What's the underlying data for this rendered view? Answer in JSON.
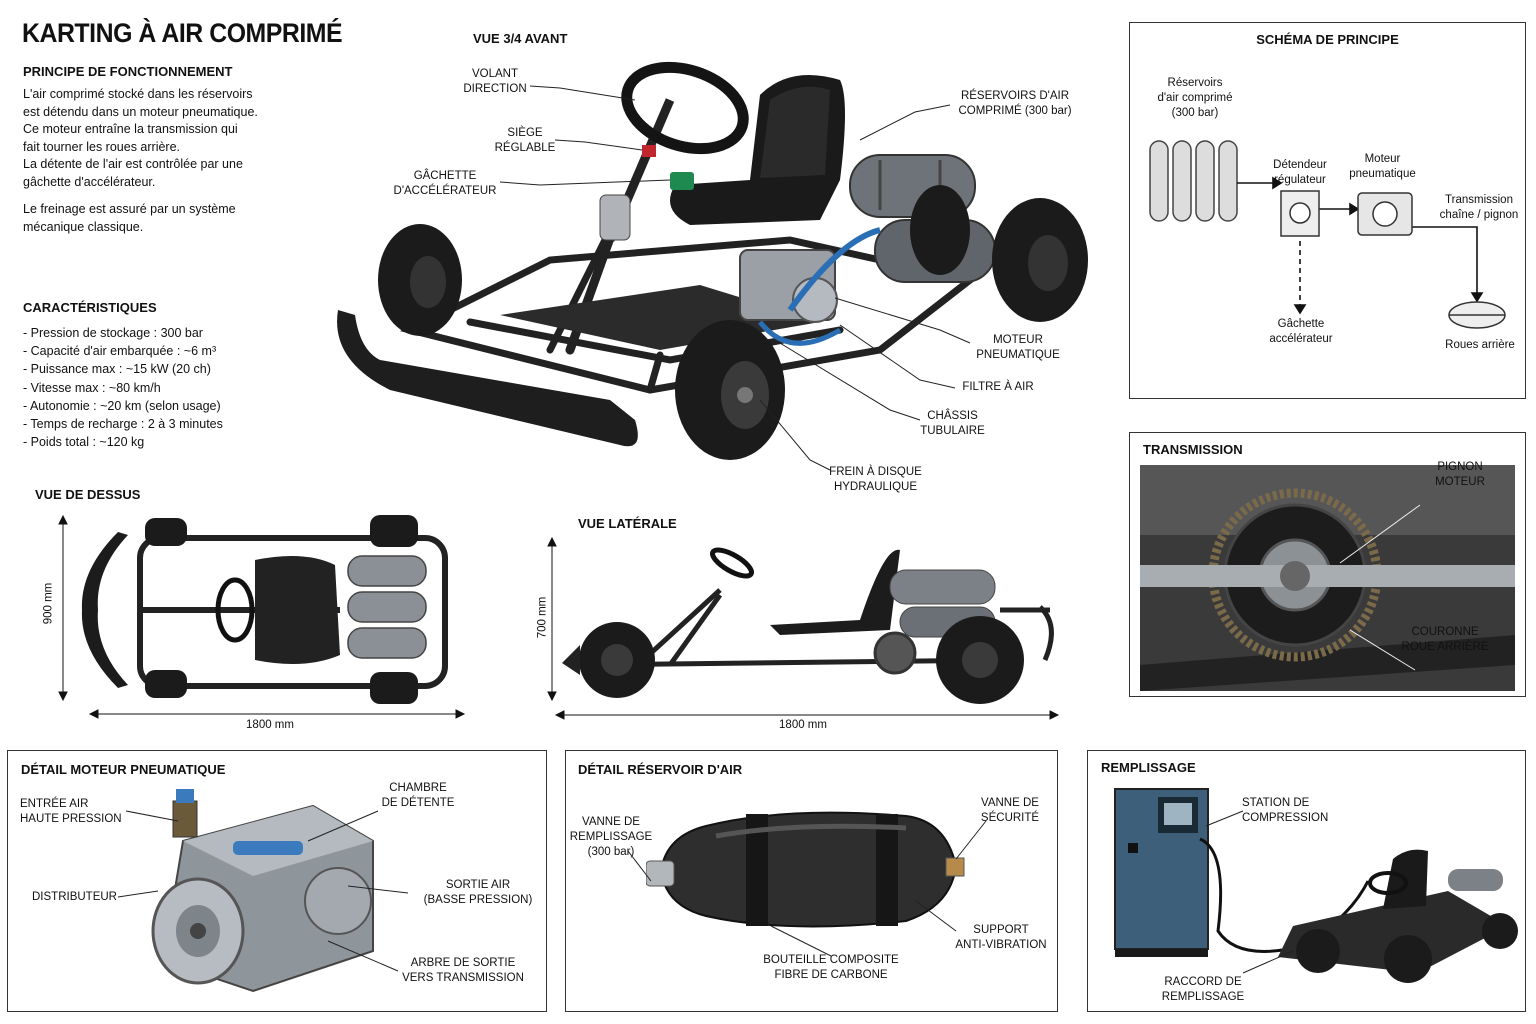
{
  "title": "KARTING À AIR COMPRIMÉ",
  "principle": {
    "heading": "PRINCIPE DE FONCTIONNEMENT",
    "lines": [
      "L'air comprimé stocké dans les réservoirs",
      "est détendu dans un moteur pneumatique.",
      "Ce moteur entraîne la transmission qui",
      "fait tourner les roues arrière.",
      "La détente de l'air est contrôlée par une",
      "gâchette d'accélérateur."
    ],
    "braking": [
      "Le freinage est assuré par un système",
      "mécanique classique."
    ]
  },
  "specs": {
    "heading": "CARACTÉRISTIQUES",
    "items": [
      "- Pression de stockage : 300 bar",
      "- Capacité d'air embarquée : ~6 m³",
      "- Puissance max : ~15 kW (20 ch)",
      "- Vitesse max : ~80 km/h",
      "- Autonomie : ~20 km (selon usage)",
      "- Temps de recharge : 2 à 3 minutes",
      "- Poids total : ~120 kg"
    ]
  },
  "front_view": {
    "heading": "VUE 3/4 AVANT",
    "labels": {
      "volant": "VOLANT\nDIRECTION",
      "siege": "SIÈGE\nRÉGLABLE",
      "gachette": "GÂCHETTE\nD'ACCÉLÉRATEUR",
      "reservoirs": "RÉSERVOIRS D'AIR\nCOMPRIMÉ (300 bar)",
      "moteur": "MOTEUR\nPNEUMATIQUE",
      "filtre": "FILTRE À AIR",
      "chassis": "CHÂSSIS\nTUBULAIRE",
      "frein": "FREIN À DISQUE\nHYDRAULIQUE"
    }
  },
  "schema": {
    "heading": "SCHÉMA DE PRINCIPE",
    "reservoirs": "Réservoirs\nd'air comprimé\n(300 bar)",
    "detendeur": "Détendeur\nrégulateur",
    "moteur": "Moteur\npneumatique",
    "transmission": "Transmission\nchaîne / pignon",
    "gachette": "Gâchette\naccélérateur",
    "roues": "Roues arrière"
  },
  "top_view": {
    "heading": "VUE DE DESSUS",
    "width_dim": "900 mm",
    "length_dim": "1800 mm"
  },
  "side_view": {
    "heading": "VUE LATÉRALE",
    "height_dim": "700 mm",
    "length_dim": "1800 mm"
  },
  "transmission": {
    "heading": "TRANSMISSION",
    "pignon": "PIGNON\nMOTEUR",
    "couronne": "COURONNE\nROUE ARRIÈRE"
  },
  "engine_detail": {
    "heading": "DÉTAIL MOTEUR PNEUMATIQUE",
    "entree": "ENTRÉE AIR\nHAUTE PRESSION",
    "chambre": "CHAMBRE\nDE DÉTENTE",
    "distributeur": "DISTRIBUTEUR",
    "sortie": "SORTIE AIR\n(BASSE PRESSION)",
    "arbre": "ARBRE DE SORTIE\nVERS TRANSMISSION"
  },
  "tank_detail": {
    "heading": "DÉTAIL RÉSERVOIR D'AIR",
    "vanne_remplissage": "VANNE DE\nREMPLISSAGE\n(300 bar)",
    "vanne_securite": "VANNE DE\nSÉCURITÉ",
    "support": "SUPPORT\nANTI-VIBRATION",
    "bouteille": "BOUTEILLE COMPOSITE\nFIBRE DE CARBONE"
  },
  "refill": {
    "heading": "REMPLISSAGE",
    "station": "STATION DE\nCOMPRESSION",
    "raccord": "RACCORD DE\nREMPLISSAGE"
  },
  "colors": {
    "ink": "#111111",
    "tire": "#1b1b1b",
    "metal": "#9aa0a6",
    "tank": "#6d7378",
    "hose": "#2a6fb5",
    "station": "#3d5f7a"
  }
}
